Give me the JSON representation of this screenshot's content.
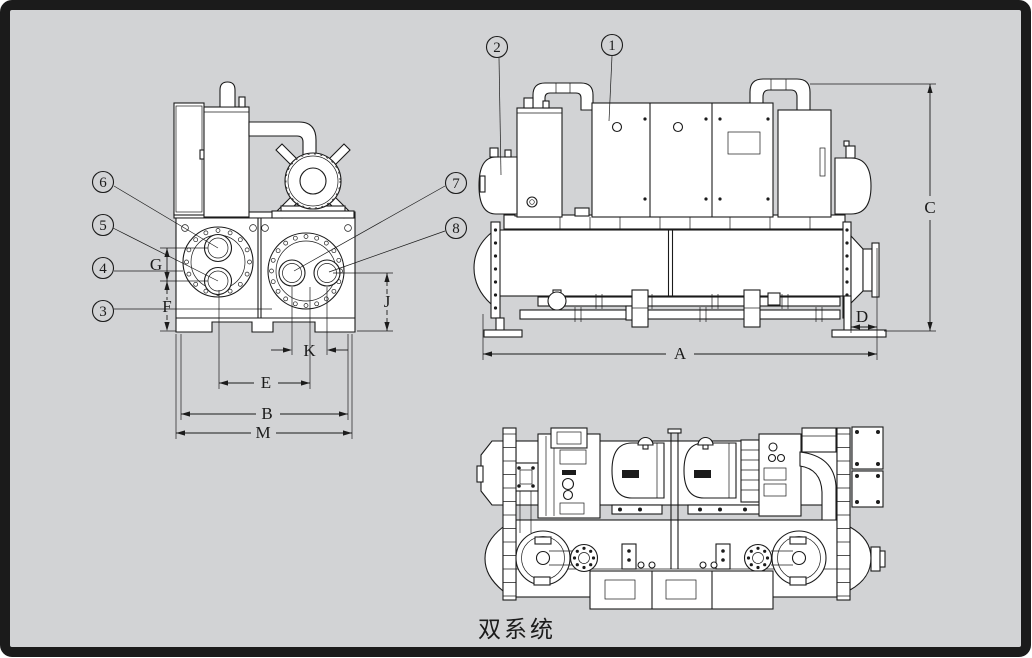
{
  "colors": {
    "background": "#d2d3d5",
    "line": "#1b1b1b",
    "frame": "#1b1b1b"
  },
  "caption": {
    "text": "双系统"
  },
  "callouts": {
    "n1": "1",
    "n2": "2",
    "n3": "3",
    "n4": "4",
    "n5": "5",
    "n6": "6",
    "n7": "7",
    "n8": "8"
  },
  "dimensions": {
    "A": "A",
    "B": "B",
    "C": "C",
    "D": "D",
    "E": "E",
    "F": "F",
    "G": "G",
    "J": "J",
    "K": "K",
    "M": "M"
  }
}
